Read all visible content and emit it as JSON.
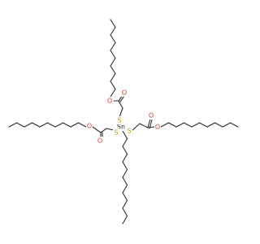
{
  "diagram": {
    "type": "skeletal-structure",
    "atoms": {
      "tin": "Sn",
      "sulfur": "S",
      "oxygen": "O"
    },
    "colors": {
      "bond": "#2b2b2b",
      "sulfur": "#b5a000",
      "oxygen": "#e8352a",
      "tin": "#2b2b2b"
    }
  }
}
